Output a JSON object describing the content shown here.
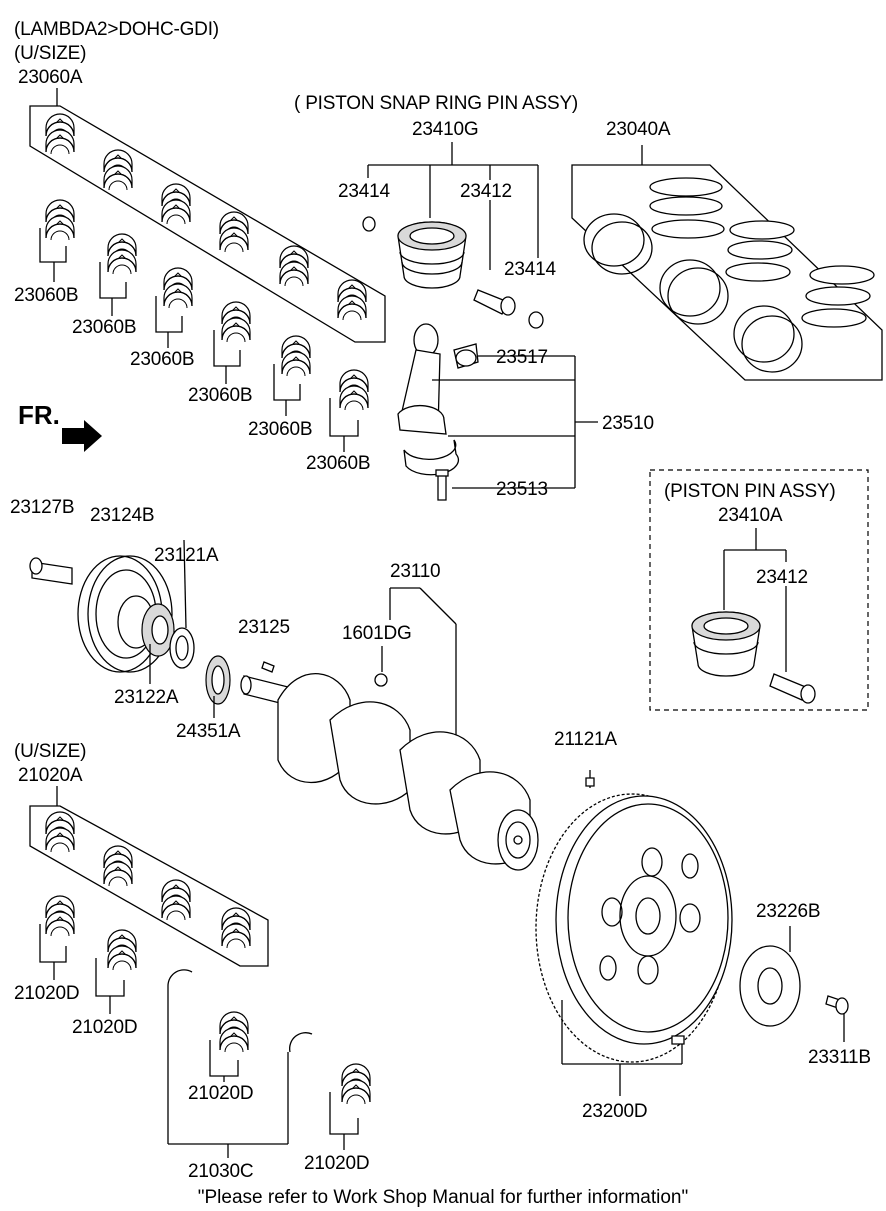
{
  "header": {
    "engine": "(LAMBDA2>DOHC-GDI)",
    "usize_top": "(U/SIZE)",
    "usize_bottom": "(U/SIZE)"
  },
  "groups": {
    "piston_snap_ring_pin_assy": "( PISTON  SNAP RING  PIN ASSY)",
    "piston_pin_assy": "(PISTON  PIN ASSY)"
  },
  "front_marker": "FR.",
  "parts": {
    "p23060A": "23060A",
    "p23060B_1": "23060B",
    "p23060B_2": "23060B",
    "p23060B_3": "23060B",
    "p23060B_4": "23060B",
    "p23060B_5": "23060B",
    "p23060B_6": "23060B",
    "p23410G": "23410G",
    "p23414_a": "23414",
    "p23412_a": "23412",
    "p23414_b": "23414",
    "p23040A": "23040A",
    "p23517": "23517",
    "p23510": "23510",
    "p23513": "23513",
    "p23410A": "23410A",
    "p23412_b": "23412",
    "p23127B": "23127B",
    "p23124B": "23124B",
    "p23121A": "23121A",
    "p23110": "23110",
    "p23125": "23125",
    "p1601DG": "1601DG",
    "p23122A": "23122A",
    "p24351A": "24351A",
    "p21121A": "21121A",
    "p21020A": "21020A",
    "p21020D_1": "21020D",
    "p21020D_2": "21020D",
    "p21020D_3": "21020D",
    "p21020D_4": "21020D",
    "p21030C": "21030C",
    "p23226B": "23226B",
    "p23311B": "23311B",
    "p23200D": "23200D"
  },
  "footer": {
    "note": "\"Please refer to Work Shop Manual for further information\""
  }
}
